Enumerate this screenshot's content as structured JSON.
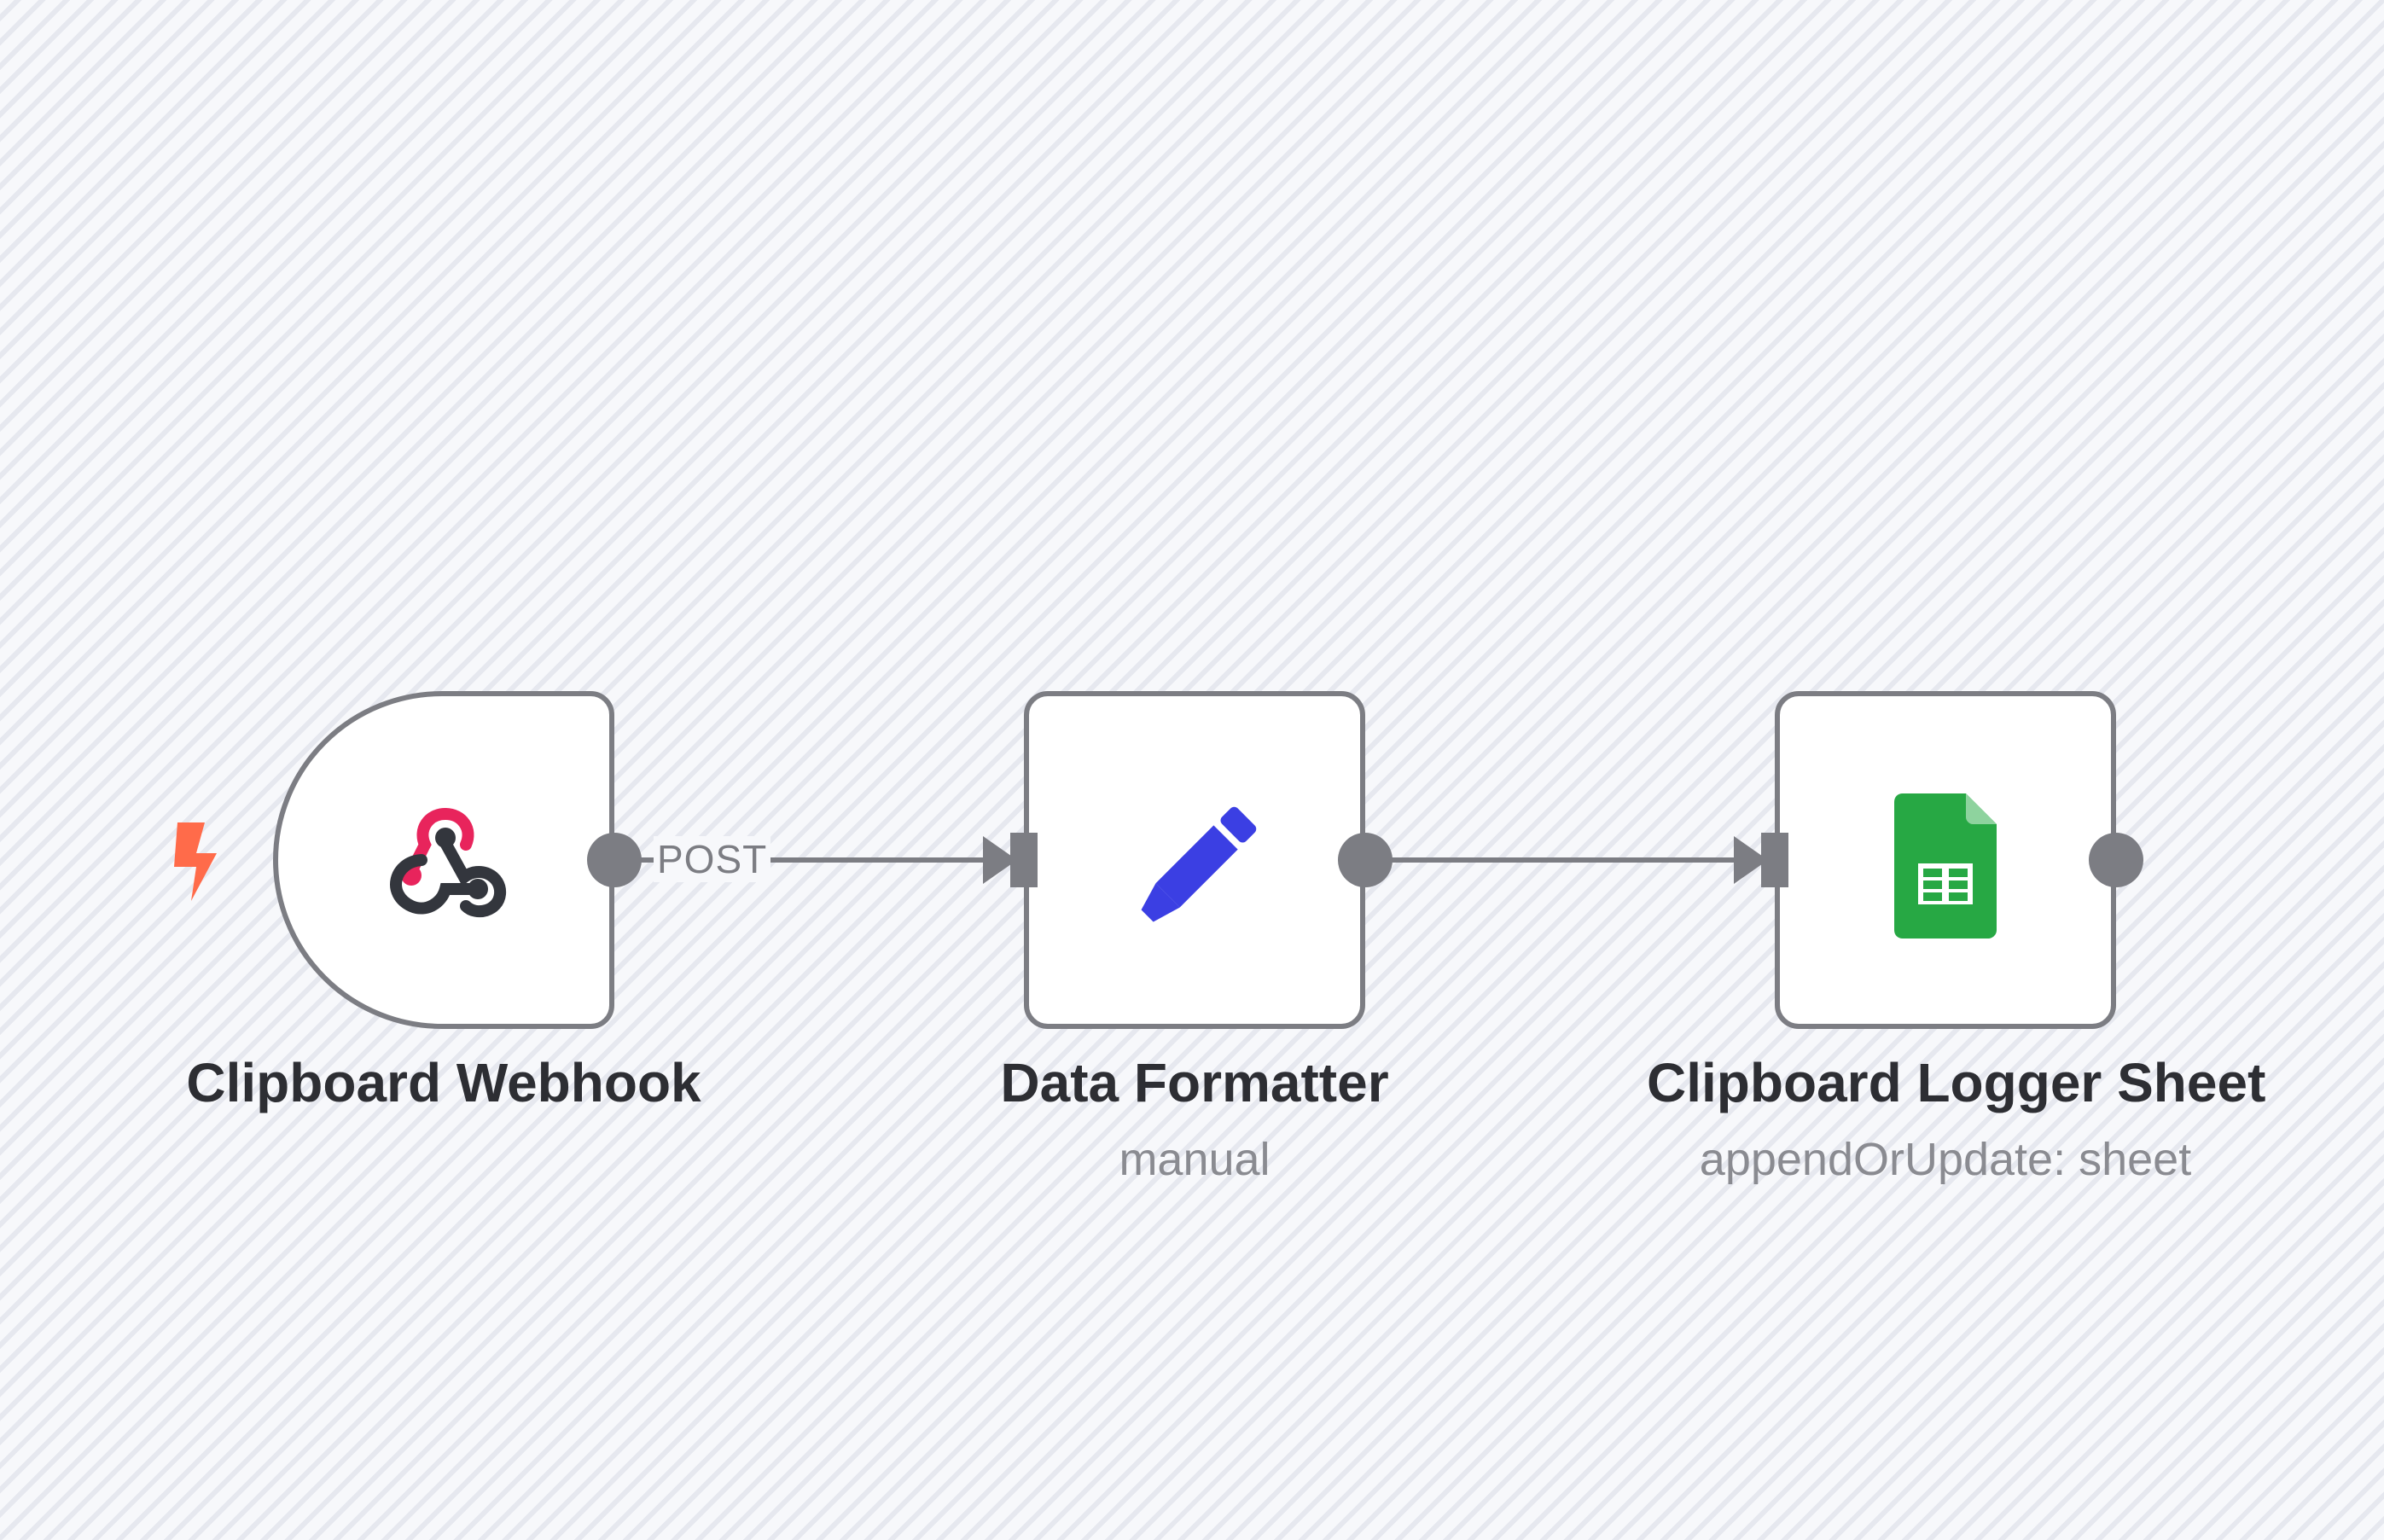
{
  "workflow": {
    "nodes": [
      {
        "id": "webhook",
        "title": "Clipboard Webhook",
        "subtitle": "",
        "icon": "webhook-icon",
        "trigger": true,
        "icon_colors": {
          "red": "#e8245c",
          "dark": "#33363d"
        }
      },
      {
        "id": "formatter",
        "title": "Data Formatter",
        "subtitle": "manual",
        "icon": "pencil-icon",
        "trigger": false,
        "icon_colors": {
          "main": "#3b3fe3"
        }
      },
      {
        "id": "sheet",
        "title": "Clipboard Logger Sheet",
        "subtitle": "appendOrUpdate: sheet",
        "icon": "google-sheets-icon",
        "trigger": false,
        "icon_colors": {
          "main": "#27a844",
          "fold": "#8ed39e"
        }
      }
    ],
    "connections": [
      {
        "from": "webhook",
        "to": "formatter",
        "label": "POST"
      },
      {
        "from": "formatter",
        "to": "sheet",
        "label": ""
      }
    ]
  },
  "colors": {
    "canvas_bg": "#f7f8fb",
    "canvas_stripe": "#e6e8ef",
    "node_border": "#7c7d83",
    "trigger_bolt": "#ff6b4a",
    "title_text": "#2d2e33",
    "subtitle_text": "#8a8b91"
  }
}
